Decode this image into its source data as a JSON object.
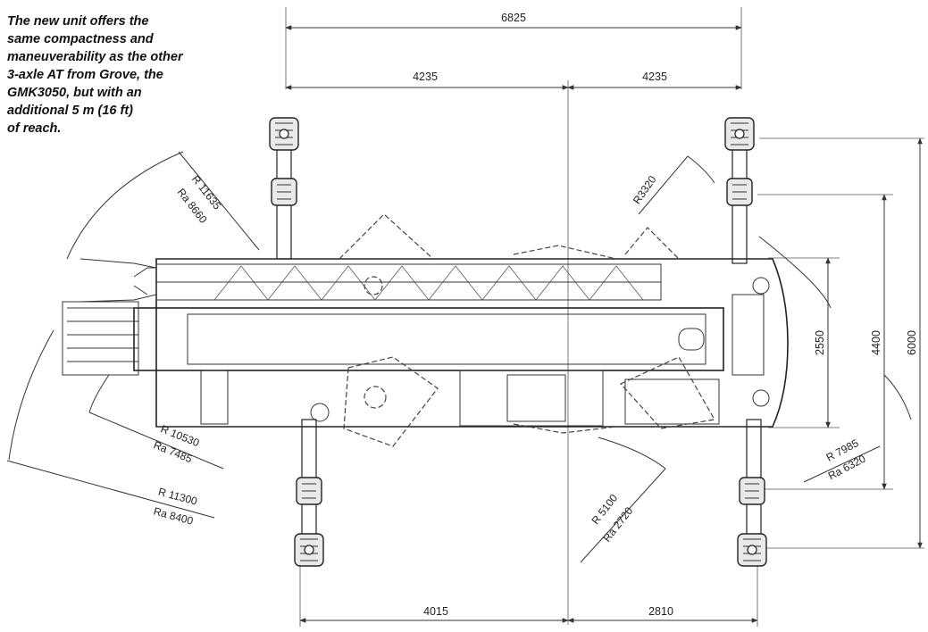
{
  "caption": {
    "lines": [
      "The new unit offers the",
      "same compactness and",
      "maneuverability as the other",
      "3-axle AT from Grove, the",
      "GMK3050, but with an",
      "additional 5 m (16 ft)",
      "of reach."
    ]
  },
  "dimensions": {
    "top_overall": "6825",
    "top_left": "4235",
    "top_right": "4235",
    "bottom_left": "4015",
    "bottom_right": "2810",
    "side_inner": "2550",
    "side_middle": "4400",
    "side_outer": "6000"
  },
  "radii": {
    "front_upper_r": "R 11635",
    "front_upper_ra": "Ra 8660",
    "front_lower_r": "R 10530",
    "front_lower_ra": "Ra 7485",
    "front_bottom_r": "R 11300",
    "front_bottom_ra": "Ra 8400",
    "rear_upper_r": "R3320",
    "rear_right_r": "R 7985",
    "rear_right_ra": "Ra 6320",
    "center_bottom_r": "R 5100",
    "center_bottom_ra": "Ra 2720"
  }
}
